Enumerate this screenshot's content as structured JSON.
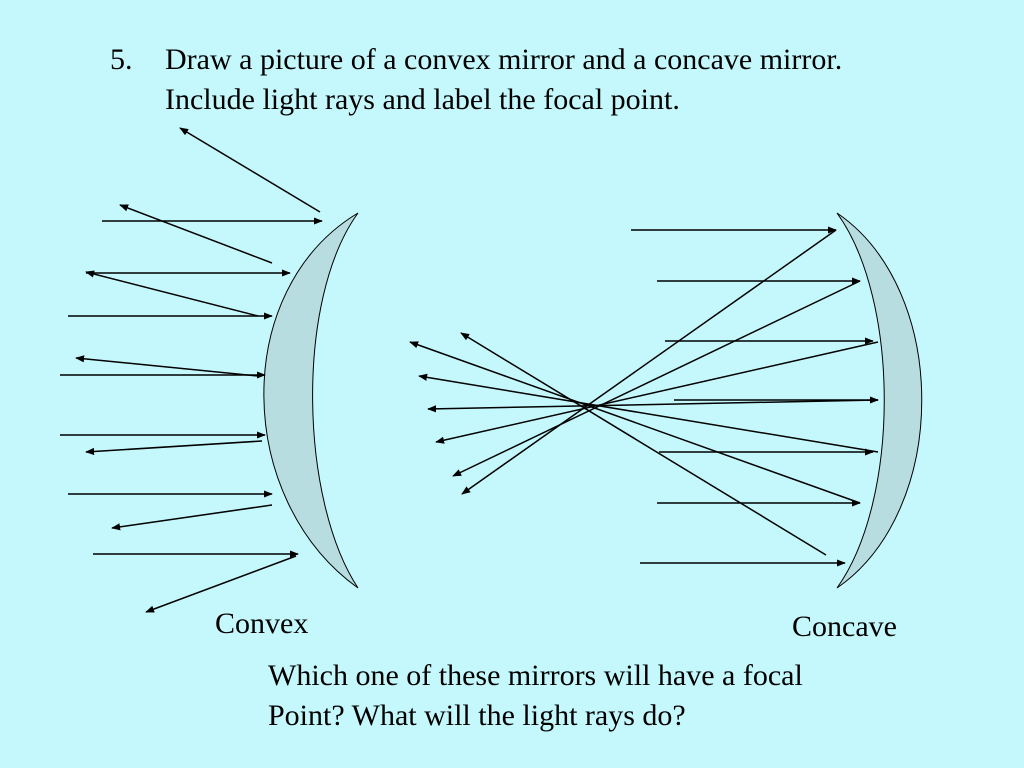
{
  "question": {
    "number": "5.",
    "line1": "Draw a picture of a convex mirror and a concave mirror.",
    "line2": "Include light rays and label the focal point."
  },
  "labels": {
    "convex": "Convex",
    "concave": "Concave"
  },
  "followup": {
    "line1": "Which one of these mirrors will have a focal",
    "line2": "Point?  What will the light rays do?"
  },
  "colors": {
    "background": "#c4f8fc",
    "mirror_fill": "#b8dde0",
    "ray": "#000000"
  }
}
